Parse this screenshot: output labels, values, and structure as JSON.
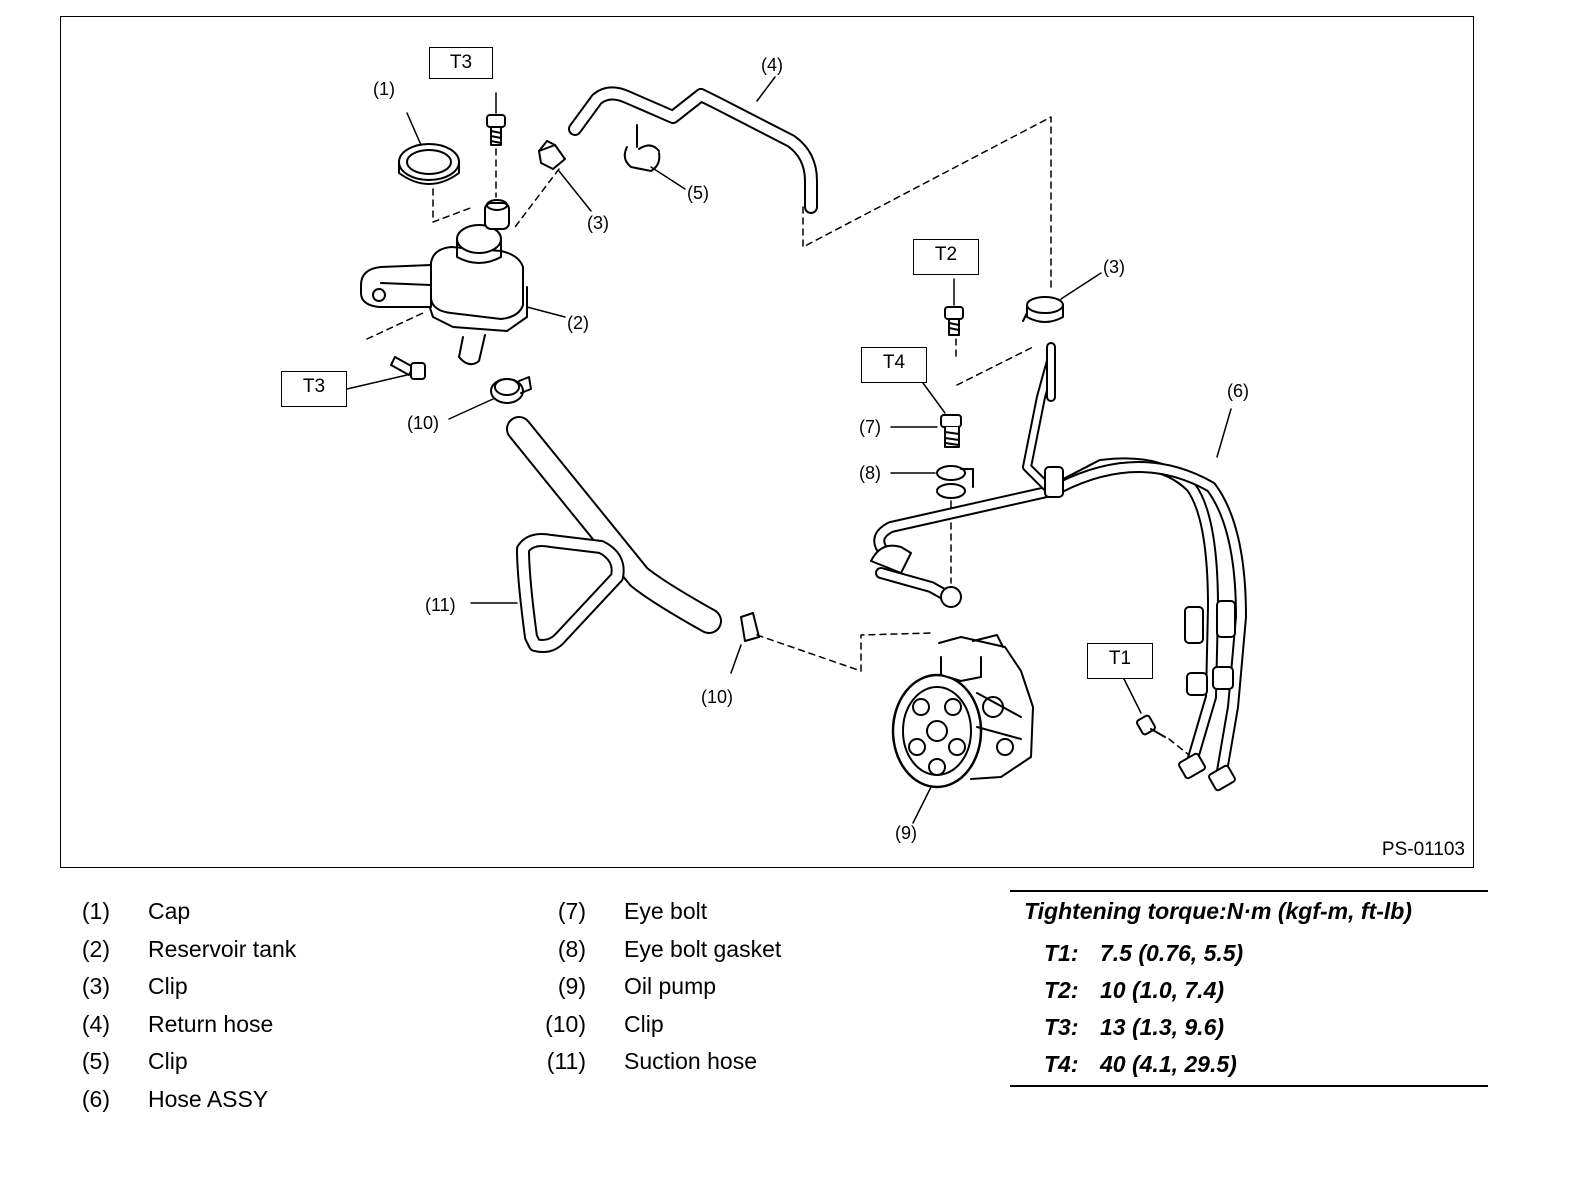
{
  "figure": {
    "id": "PS-01103",
    "callouts": {
      "c1": "(1)",
      "c2": "(2)",
      "c3a": "(3)",
      "c3b": "(3)",
      "c4": "(4)",
      "c5": "(5)",
      "c6": "(6)",
      "c7": "(7)",
      "c8": "(8)",
      "c9": "(9)",
      "c10a": "(10)",
      "c10b": "(10)",
      "c11": "(11)"
    },
    "torque_boxes": {
      "t3a": "T3",
      "t3b": "T3",
      "t2": "T2",
      "t4": "T4",
      "t1": "T1"
    }
  },
  "legend": [
    {
      "num": "(1)",
      "name": "Cap"
    },
    {
      "num": "(2)",
      "name": "Reservoir tank"
    },
    {
      "num": "(3)",
      "name": "Clip"
    },
    {
      "num": "(4)",
      "name": "Return hose"
    },
    {
      "num": "(5)",
      "name": "Clip"
    },
    {
      "num": "(6)",
      "name": "Hose ASSY"
    },
    {
      "num": "(7)",
      "name": "Eye bolt"
    },
    {
      "num": "(8)",
      "name": "Eye bolt gasket"
    },
    {
      "num": "(9)",
      "name": "Oil pump"
    },
    {
      "num": "(10)",
      "name": "Clip"
    },
    {
      "num": "(11)",
      "name": "Suction hose"
    }
  ],
  "torque_table": {
    "title": "Tightening torque:N·m (kgf-m, ft-lb)",
    "rows": [
      {
        "key": "T1:",
        "value": "7.5 (0.76, 5.5)"
      },
      {
        "key": "T2:",
        "value": "10 (1.0, 7.4)"
      },
      {
        "key": "T3:",
        "value": "13 (1.3, 9.6)"
      },
      {
        "key": "T4:",
        "value": "40 (4.1, 29.5)"
      }
    ]
  }
}
